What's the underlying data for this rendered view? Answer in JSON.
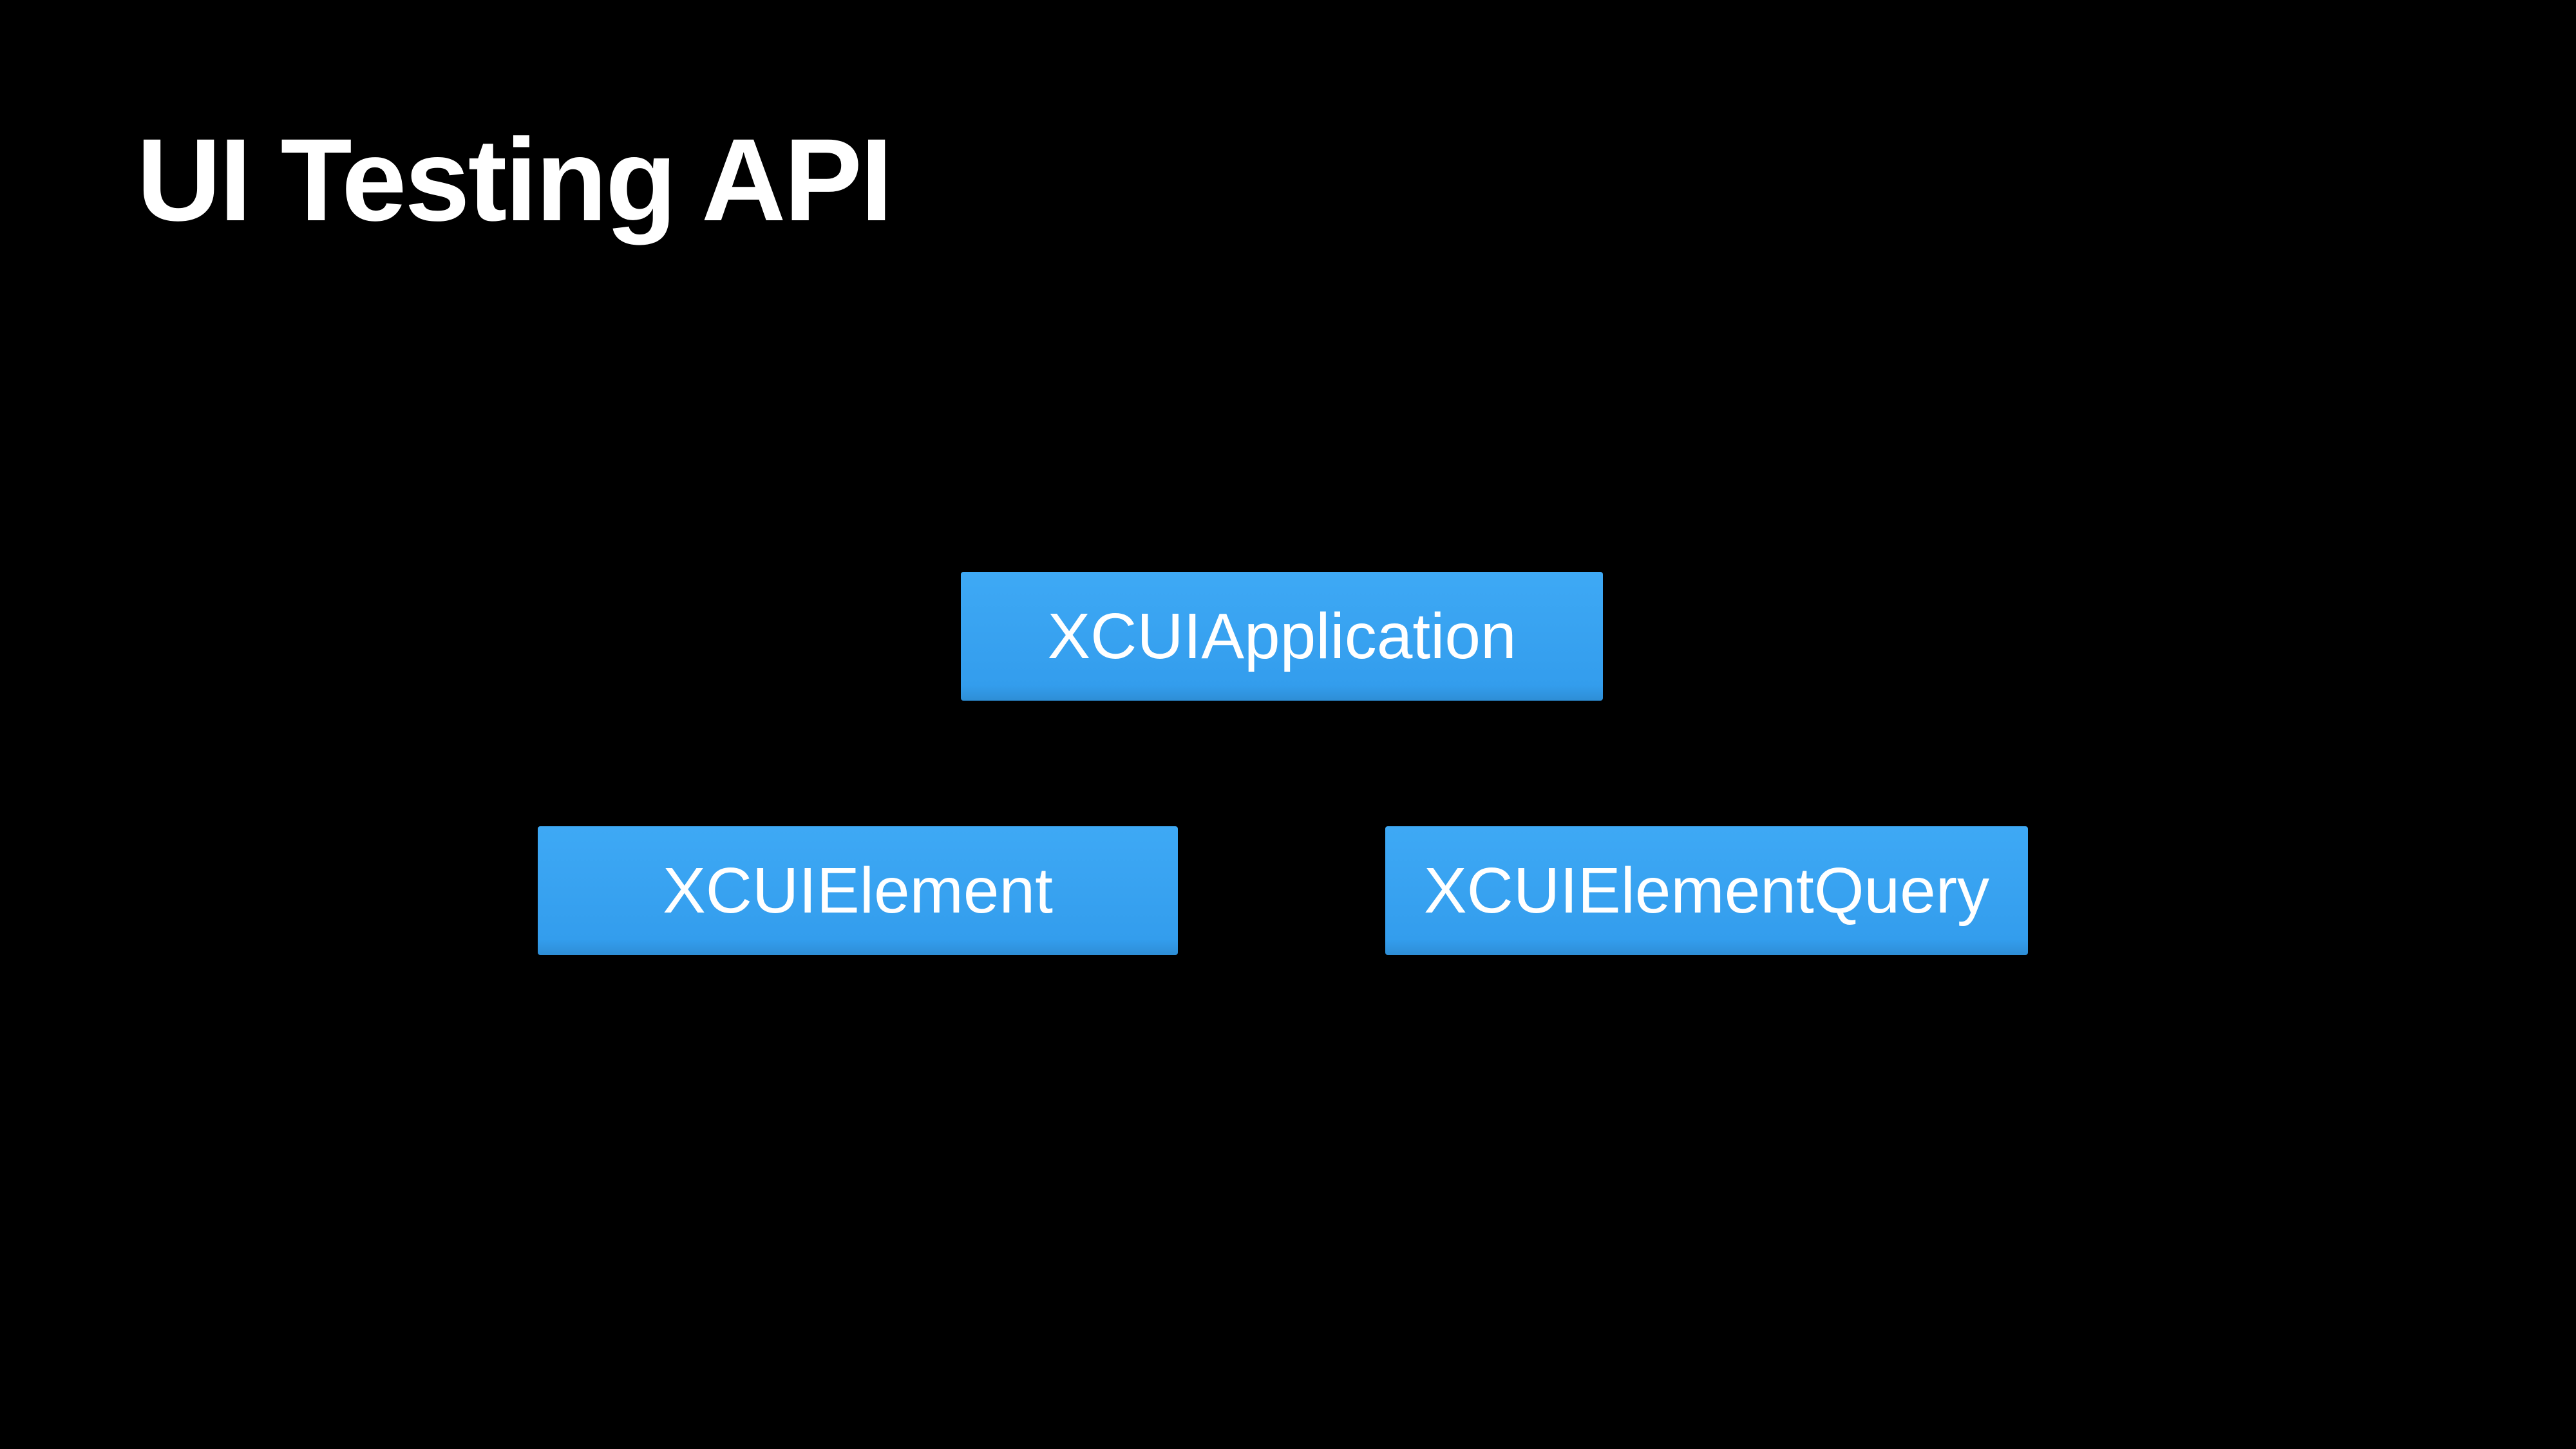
{
  "slide": {
    "title": "UI Testing API"
  },
  "diagram": {
    "nodes": [
      {
        "id": "xcuiapplication",
        "label": "XCUIApplication"
      },
      {
        "id": "xcuielement",
        "label": "XCUIElement"
      },
      {
        "id": "xcuielementquery",
        "label": "XCUIElementQuery"
      }
    ]
  },
  "colors": {
    "background": "#000000",
    "node_fill": "#38a3f2",
    "node_fill_top": "#3ea9f5",
    "node_fill_bottom": "#339ded",
    "node_edge": "#2e8ed6",
    "text": "#ffffff"
  }
}
